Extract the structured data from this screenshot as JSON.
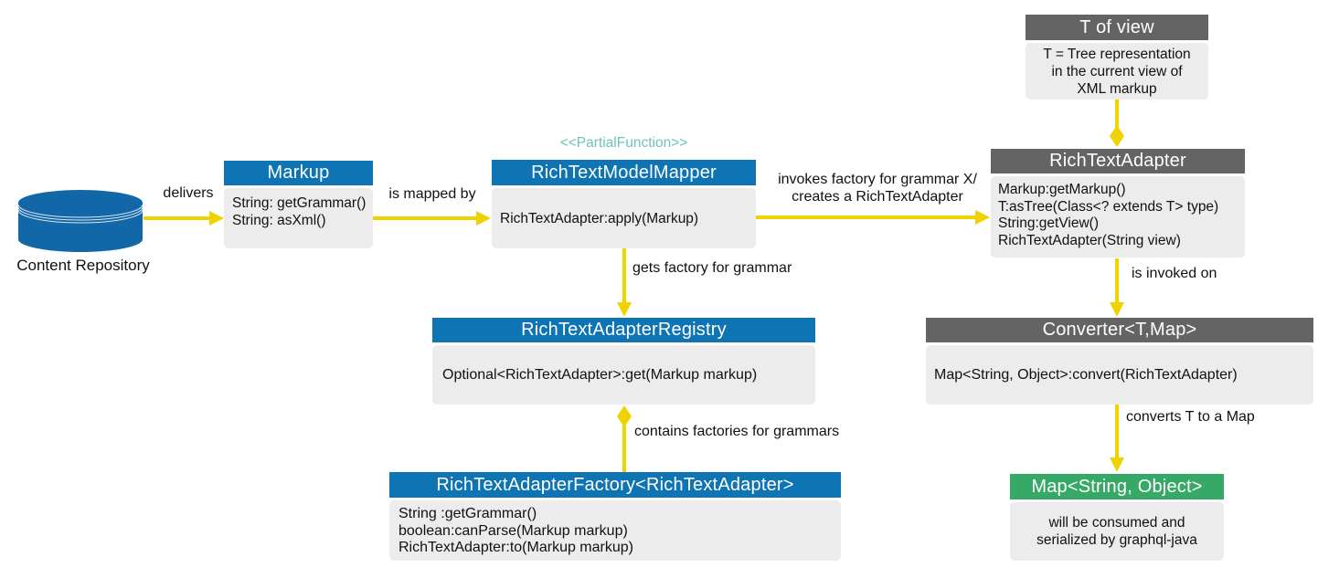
{
  "diagram": {
    "colors": {
      "blue": "#0e74b4",
      "gray": "#646464",
      "green": "#37a967",
      "yellow": "#eed300",
      "teal": "#6ec3b9",
      "bodybg": "#ececec",
      "cylinder": "#1267a9",
      "text": "#111111"
    },
    "nodes": {
      "content_repository": {
        "label": "Content Repository"
      },
      "markup": {
        "title": "Markup",
        "members": [
          "String: getGrammar()",
          "String: asXml()"
        ]
      },
      "model_mapper": {
        "stereotype": "<<PartialFunction>>",
        "title": "RichTextModelMapper",
        "members": [
          "RichTextAdapter:apply(Markup)"
        ]
      },
      "t_of_view": {
        "title": "T of view",
        "note_lines": [
          "T = Tree representation",
          "in the current view of",
          "XML markup"
        ]
      },
      "rich_text_adapter": {
        "title": "RichTextAdapter",
        "members": [
          "Markup:getMarkup()",
          "T:asTree(Class<? extends T> type)",
          "String:getView()",
          "RichTextAdapter(String view)"
        ]
      },
      "registry": {
        "title": "RichTextAdapterRegistry",
        "members": [
          "Optional<RichTextAdapter>:get(Markup markup)"
        ]
      },
      "converter": {
        "title": "Converter<T,Map>",
        "members": [
          "Map<String, Object>:convert(RichTextAdapter)"
        ]
      },
      "factory": {
        "title": "RichTextAdapterFactory<RichTextAdapter>",
        "members": [
          "String :getGrammar()",
          "boolean:canParse(Markup markup)",
          "RichTextAdapter:to(Markup markup)"
        ]
      },
      "map_result": {
        "title": "Map<String, Object>",
        "note_lines": [
          "will be consumed and",
          "serialized by graphql-java"
        ]
      }
    },
    "edge_labels": {
      "delivers": "delivers",
      "is_mapped_by": "is mapped by",
      "invokes_line1": "invokes factory for grammar X/",
      "invokes_line2": "creates a RichTextAdapter",
      "gets_factory": "gets factory for grammar",
      "contains_factories": "contains factories for grammars",
      "is_invoked_on": "is invoked on",
      "converts": "converts T to a Map"
    }
  }
}
